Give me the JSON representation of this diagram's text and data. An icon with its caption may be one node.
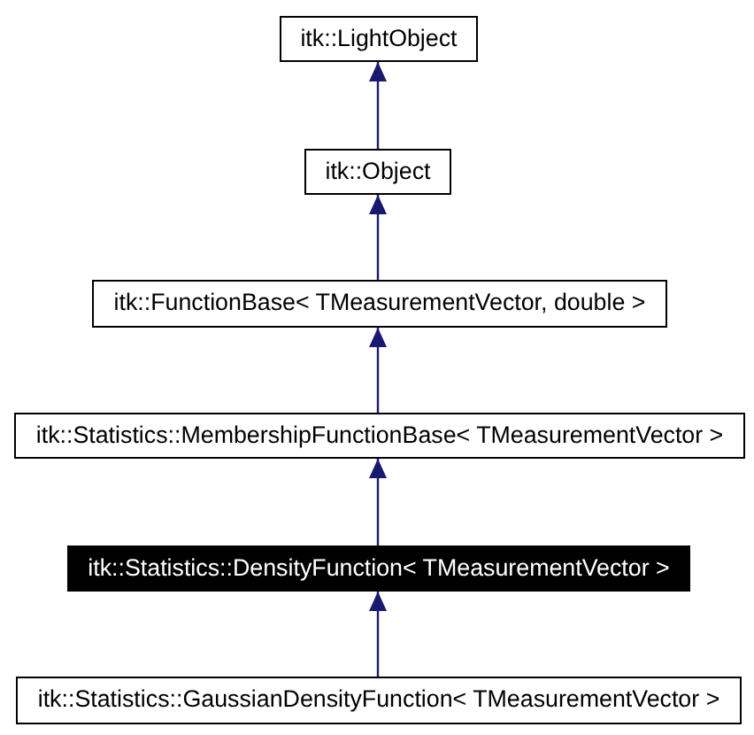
{
  "diagram": {
    "nodes": [
      {
        "text": [
          "itk::LightObject"
        ]
      },
      {
        "text": [
          "itk::Object"
        ]
      },
      {
        "text": [
          "itk::FunctionBase< TMeasurementVector, double >"
        ]
      },
      {
        "text": [
          "itk::Statistics::MembershipFunctionBase< TMeasurementVector >"
        ]
      },
      {
        "text": [
          "itk::Statistics::DensityFunction< TMeasurementVector >"
        ]
      },
      {
        "text": [
          "itk::Statistics::GaussianDensityFunction< TMeasurementVector >"
        ]
      }
    ],
    "edges": [
      {
        "from": 1,
        "to": 0,
        "arrow": "to"
      },
      {
        "from": 2,
        "to": 1,
        "arrow": "to"
      },
      {
        "from": 3,
        "to": 2,
        "arrow": "to"
      },
      {
        "from": 4,
        "to": 3,
        "arrow": "to"
      },
      {
        "from": 5,
        "to": 4,
        "arrow": "to"
      }
    ]
  }
}
